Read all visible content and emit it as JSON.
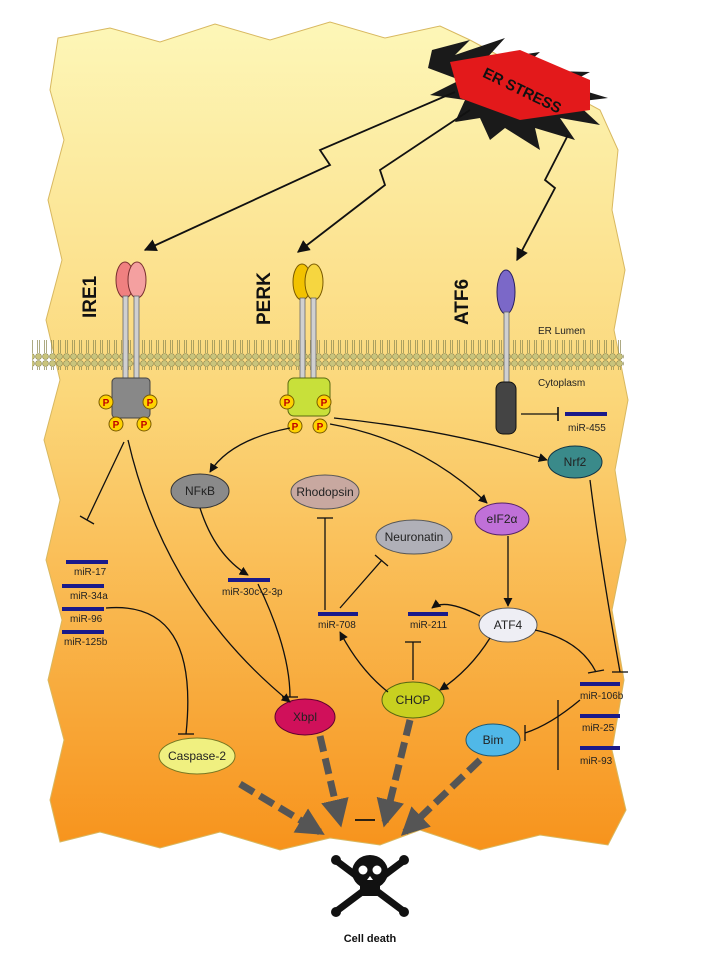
{
  "stress": {
    "label": "ER STRESS"
  },
  "sensors": {
    "ire1": "IRE1",
    "perk": "PERK",
    "atf6": "ATF6"
  },
  "compartments": {
    "lumen": "ER Lumen",
    "cytoplasm": "Cytoplasm"
  },
  "phospho_label": "P",
  "nodes": {
    "nfkb": "NFκB",
    "rhodopsin": "Rhodopsin",
    "neuronatin": "Neuronatin",
    "eif2a": "eIF2α",
    "atf4": "ATF4",
    "nrf2": "Nrf2",
    "chop": "CHOP",
    "xbp1": "Xbpl",
    "caspase2": "Caspase-2",
    "bim": "Bim"
  },
  "mirnas": {
    "mir455": "miR-455",
    "mir17": "miR-17",
    "mir34a": "miR-34a",
    "mir96": "miR-96",
    "mir125b": "miR-125b",
    "mir30c": "miR-30c-2-3p",
    "mir708": "miR-708",
    "mir211": "miR-211",
    "mir106b": "miR-106b",
    "mir25": "miR-25",
    "mir93": "miR-93"
  },
  "outcome": {
    "label": "Cell death"
  },
  "colors": {
    "cell_top": "#fdf7b8",
    "cell_bottom": "#f7941d",
    "membrane": "#c8c47a",
    "ire1": "#f08080",
    "perk": "#f2c200",
    "atf6": "#7b68c8",
    "nfkb": "#8a8a8a",
    "rhodopsin": "#c8a8a0",
    "neuronatin": "#b0b0b8",
    "eif2a": "#c070d8",
    "atf4": "#e8e8f0",
    "nrf2": "#3a8a8a",
    "chop": "#c8d020",
    "xbp1": "#d0105a",
    "caspase2": "#f0f080",
    "bim": "#50b8e8",
    "mirna": "#1a1a8a",
    "death_arrow": "#555555"
  }
}
